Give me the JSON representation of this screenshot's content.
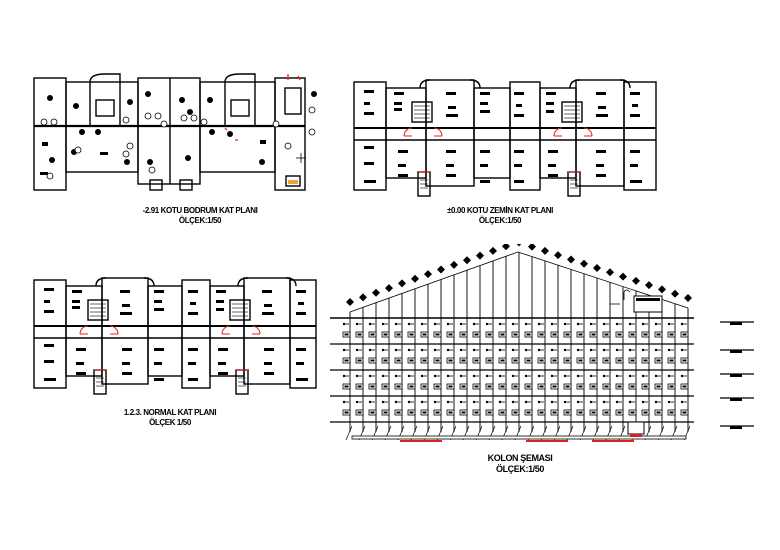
{
  "sheet": {
    "background": "#ffffff",
    "line_color": "#000000",
    "accent_color": "#e02020"
  },
  "plans": [
    {
      "id": "bodrum",
      "title": "-2.91 KOTU BODRUM KAT PLANI",
      "scale": "ÖLÇEK:1/50"
    },
    {
      "id": "zemin",
      "title": "±0.00 KOTU ZEMİN KAT PLANI",
      "scale": "ÖLÇEK:1/50"
    },
    {
      "id": "normal",
      "title": "1.2.3. NORMAL KAT PLANI",
      "scale": "ÖLÇEK 1/50"
    },
    {
      "id": "kolon",
      "title": "KOLON ŞEMASI",
      "scale": "ÖLÇEK:1/50"
    }
  ],
  "kolon_schema": {
    "columns": 27,
    "floors": 4,
    "legend_marks": 5
  }
}
